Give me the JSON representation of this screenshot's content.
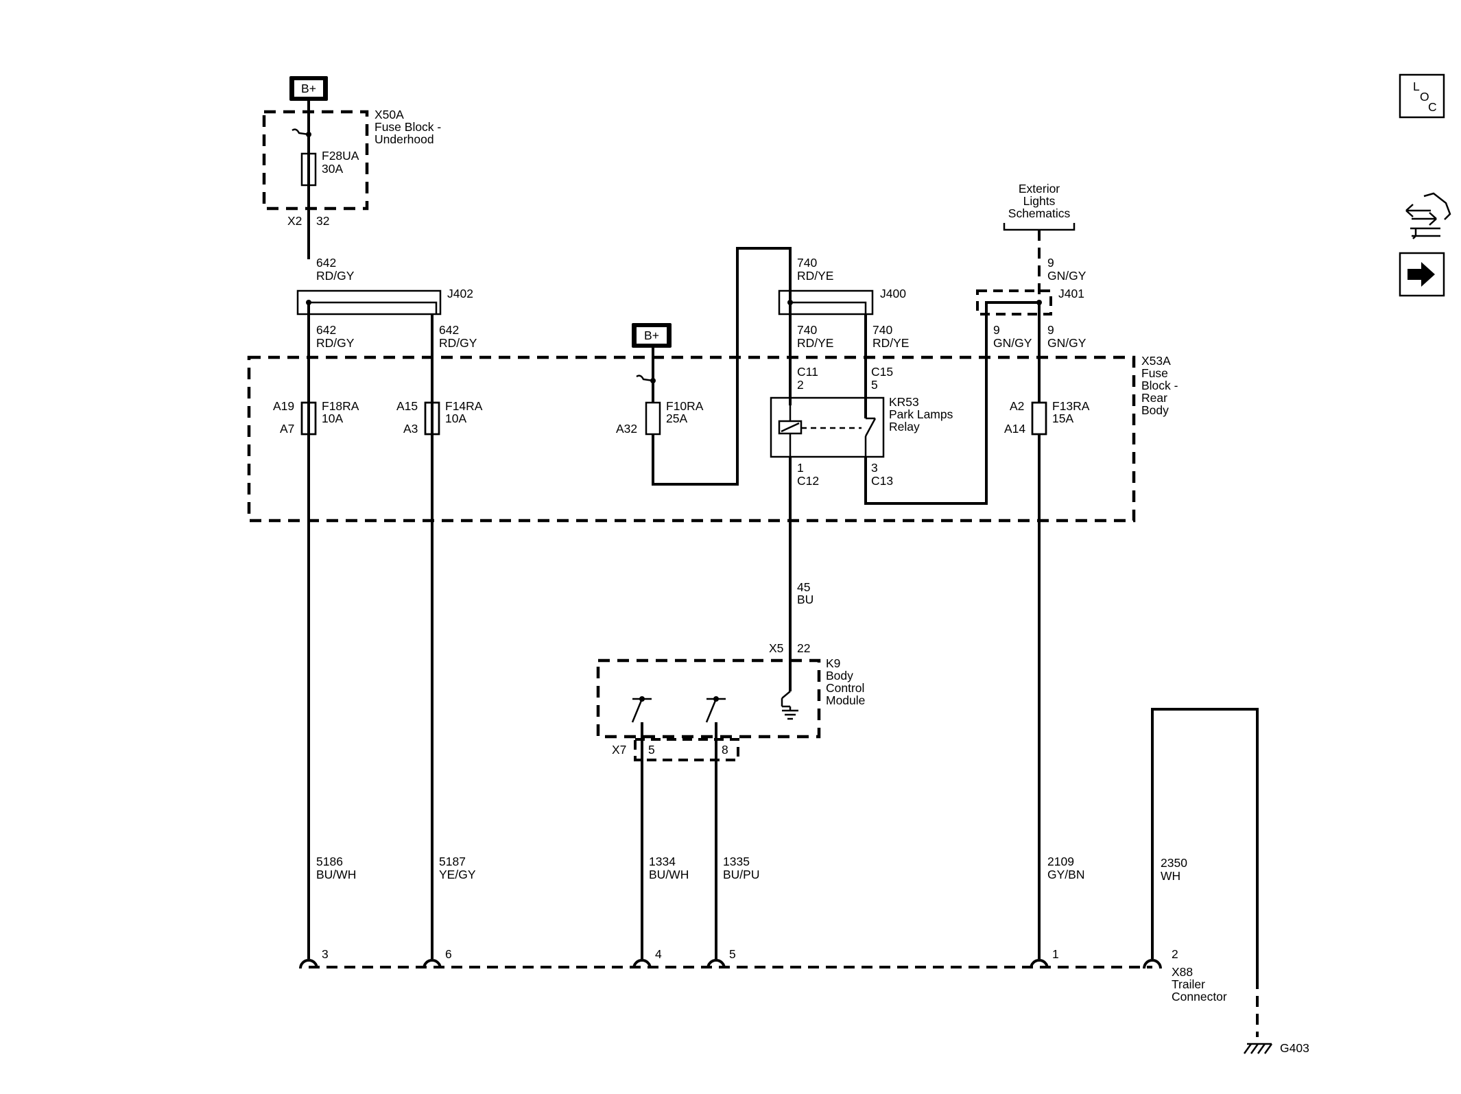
{
  "power": {
    "bplus_label": "B+"
  },
  "fuse_block_underhood": {
    "id": "X50A",
    "name": [
      "Fuse Block -",
      "Underhood"
    ],
    "fuse": {
      "id": "F28UA",
      "rating": "30A"
    },
    "connector": "X2",
    "pin": "32"
  },
  "fuse_block_rear": {
    "id": "X53A",
    "name": [
      "Fuse",
      "Block -",
      "Rear",
      "Body"
    ],
    "fuses": [
      {
        "id": "F18RA",
        "rating": "10A",
        "pin_in": "A19",
        "pin_out": "A7"
      },
      {
        "id": "F14RA",
        "rating": "10A",
        "pin_in": "A15",
        "pin_out": "A3"
      },
      {
        "id": "F10RA",
        "rating": "25A",
        "pin_out": "A32"
      },
      {
        "id": "F13RA",
        "rating": "15A",
        "pin_in": "A2",
        "pin_out": "A14"
      }
    ],
    "relay": {
      "id": "KR53",
      "name": [
        "Park Lamps",
        "Relay"
      ],
      "pins": {
        "coil_in": [
          "C11",
          "2"
        ],
        "switch_in": [
          "C15",
          "5"
        ],
        "coil_out": [
          "1",
          "C12"
        ],
        "switch_out": [
          "3",
          "C13"
        ]
      }
    }
  },
  "splices": {
    "j402": "J402",
    "j400": "J400",
    "j401": "J401"
  },
  "reference": [
    "Exterior",
    "Lights",
    "Schematics"
  ],
  "wires": {
    "w642_top": [
      "642",
      "RD/GY"
    ],
    "w642_left": [
      "642",
      "RD/GY"
    ],
    "w642_right": [
      "642",
      "RD/GY"
    ],
    "w740_top": [
      "740",
      "RD/YE"
    ],
    "w740_left": [
      "740",
      "RD/YE"
    ],
    "w740_right": [
      "740",
      "RD/YE"
    ],
    "w9_top": [
      "9",
      "GN/GY"
    ],
    "w9_left": [
      "9",
      "GN/GY"
    ],
    "w9_right": [
      "9",
      "GN/GY"
    ],
    "w45": [
      "45",
      "BU"
    ],
    "w5186": [
      "5186",
      "BU/WH"
    ],
    "w5187": [
      "5187",
      "YE/GY"
    ],
    "w1334": [
      "1334",
      "BU/WH"
    ],
    "w1335": [
      "1335",
      "BU/PU"
    ],
    "w2109": [
      "2109",
      "GY/BN"
    ],
    "w2350": [
      "2350",
      "WH"
    ]
  },
  "bcm": {
    "id": "K9",
    "name": [
      "Body",
      "Control",
      "Module"
    ],
    "conn_top": "X5",
    "pin_top": "22",
    "conn_bottom": "X7",
    "pins_bottom": [
      "5",
      "8"
    ]
  },
  "trailer_connector": {
    "id": "X88",
    "name": [
      "Trailer",
      "Connector"
    ],
    "pins": [
      "3",
      "6",
      "4",
      "5",
      "1",
      "2"
    ]
  },
  "ground": "G403",
  "nav": {
    "loc_letters": [
      "L",
      "O",
      "C"
    ],
    "items": [
      "loc-button",
      "connector-info-button",
      "next-page-button"
    ]
  }
}
